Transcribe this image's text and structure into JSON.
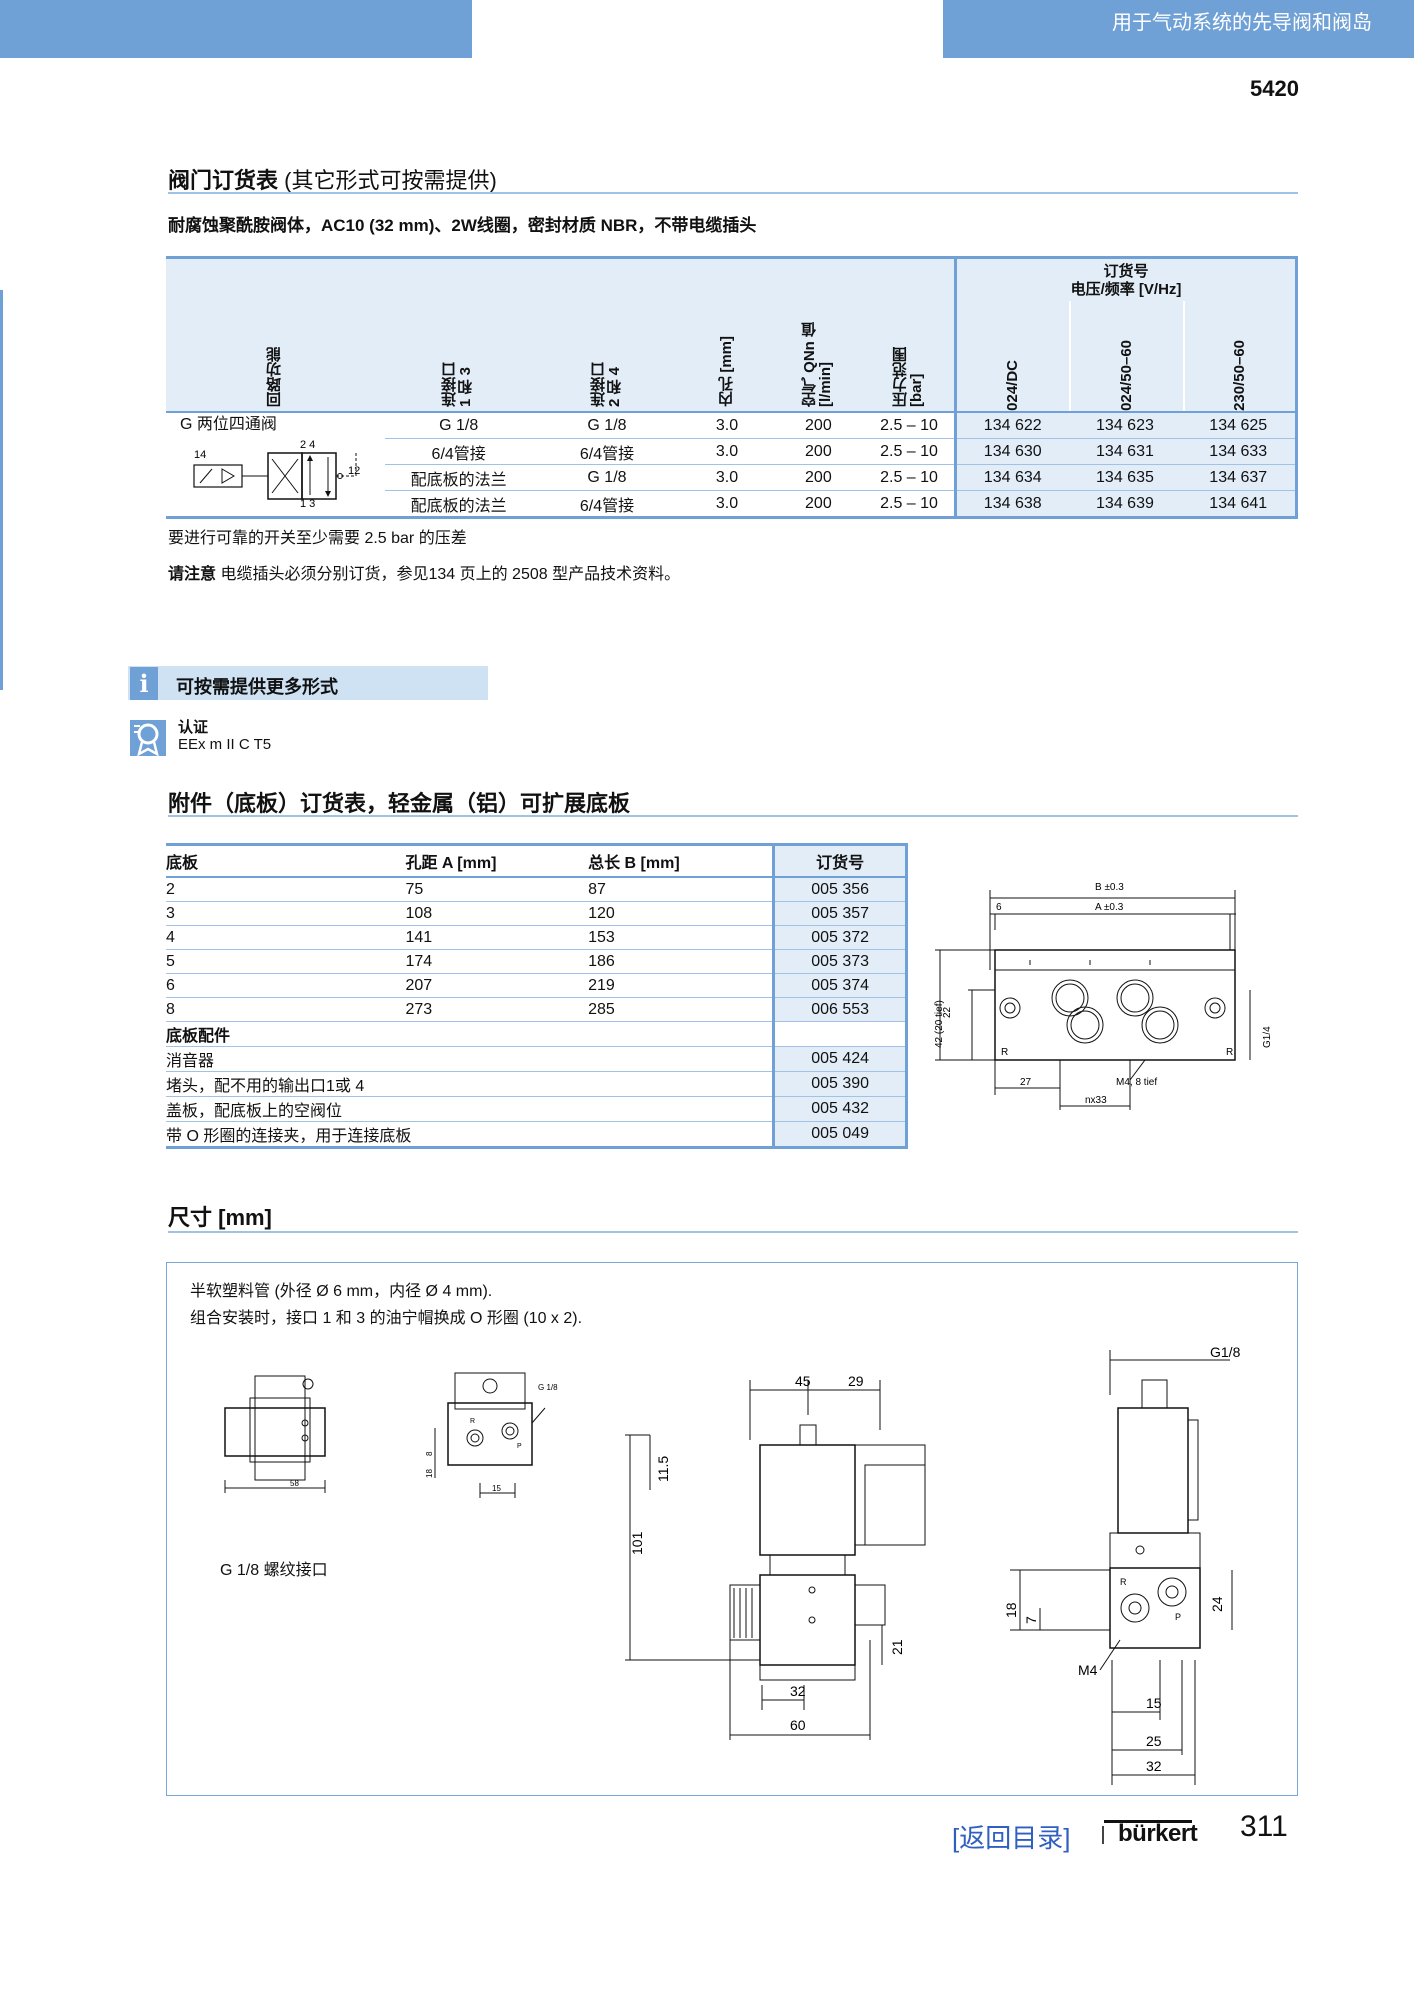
{
  "header": {
    "title": "用于气动系统的先导阀和阀岛",
    "model": "5420"
  },
  "section1": {
    "title": "阀门订货表",
    "title_suffix": " (其它形式可按需提供)",
    "subtitle": "耐腐蚀聚酰胺阀体，AC10 (32 mm)、2W线圈，密封材质 NBR，不带电缆插头",
    "headers": {
      "function": "回路功能",
      "port13": "连接口\n1 和 3",
      "port24": "连接口\n2 和 4",
      "orifice": "内孔 [mm]",
      "flow": "空气 QNn 值\n[l/min]",
      "pressure": "压力范围\n[bar]",
      "order_title": "订货号",
      "order_subtitle": "电压/频率 [V/Hz]",
      "v1": "024/DC",
      "v2": "024/50–60",
      "v3": "230/50–60"
    },
    "function_label": "G 两位四通阀",
    "rows": [
      {
        "p13": "G 1/8",
        "p24": "G 1/8",
        "orifice": "3.0",
        "flow": "200",
        "pressure": "2.5  – 10",
        "o1": "134 622",
        "o2": "134 623",
        "o3": "134 625"
      },
      {
        "p13": "6/4管接",
        "p24": "6/4管接",
        "orifice": "3.0",
        "flow": "200",
        "pressure": "2.5 – 10",
        "o1": "134 630",
        "o2": "134 631",
        "o3": "134 633"
      },
      {
        "p13": "配底板的法兰",
        "p24": "G 1/8",
        "orifice": "3.0",
        "flow": "200",
        "pressure": "2.5 – 10",
        "o1": "134 634",
        "o2": "134 635",
        "o3": "134 637"
      },
      {
        "p13": "配底板的法兰",
        "p24": "6/4管接",
        "orifice": "3.0",
        "flow": "200",
        "pressure": "2.5 – 10",
        "o1": "134 638",
        "o2": "134 639",
        "o3": "134 641"
      }
    ],
    "symbol_labels": {
      "l14": "14",
      "l24": "2 4",
      "l12": "12",
      "l13": "1 3"
    },
    "note1": "要进行可靠的开关至少需要 2.5 bar 的压差",
    "note2_bold": "请注意",
    "note2": " 电缆插头必须分别订货，参见134 页上的 2508 型产品技术资料。"
  },
  "info": {
    "icon": "i",
    "title": "可按需提供更多形式",
    "cert_title": "认证",
    "cert_value": "EEx m II C T5"
  },
  "section2": {
    "title": "附件（底板）订货表，轻金属（铝）可扩展底板",
    "headers": {
      "plate": "底板",
      "hole": "孔距 A [mm]",
      "length": "总长 B [mm]",
      "order": "订货号"
    },
    "rows": [
      {
        "plate": "2",
        "hole": "75",
        "length": "87",
        "order": "005 356"
      },
      {
        "plate": "3",
        "hole": "108",
        "length": "120",
        "order": "005 357"
      },
      {
        "plate": "4",
        "hole": "141",
        "length": "153",
        "order": "005 372"
      },
      {
        "plate": "5",
        "hole": "174",
        "length": "186",
        "order": "005 373"
      },
      {
        "plate": "6",
        "hole": "207",
        "length": "219",
        "order": "005 374"
      },
      {
        "plate": "8",
        "hole": "273",
        "length": "285",
        "order": "006 553"
      }
    ],
    "accessories_title": "底板配件",
    "accessories": [
      {
        "name": "消音器",
        "order": "005 424"
      },
      {
        "name": "堵头，配不用的输出口1或 4",
        "order": "005 390"
      },
      {
        "name": "盖板，配底板上的空阀位",
        "order": "005 432"
      },
      {
        "name": "带 O 形圈的连接夹，用于连接底板",
        "order": "005 049"
      }
    ],
    "drawing": {
      "b": "B ±0.3",
      "a": "A ±0.3",
      "six": "6",
      "h42": "42 (20 tief)",
      "h22": "22",
      "w27": "27",
      "m4": "M4, 8 tief",
      "nx33": "nx33",
      "g14": "G1/4",
      "r": "R"
    }
  },
  "section3": {
    "title": "尺寸 [mm]",
    "text1": "半软塑料管 (外径 Ø 6 mm，内径 Ø 4 mm).",
    "text2": "组合安装时，接口 1 和 3 的油宁帽换成 O 形圈 (10 x 2).",
    "caption": "G 1/8 螺纹接口",
    "dims": {
      "d58": "58",
      "d15a": "15",
      "g18a": "G 1/8",
      "d8": "8",
      "d18a": "18",
      "d45": "45",
      "d29": "29",
      "d115": "11.5",
      "d101": "101",
      "d21": "21",
      "d32a": "32",
      "d60": "60",
      "g18b": "G1/8",
      "d18b": "18",
      "d7": "7",
      "d24": "24",
      "m4": "M4",
      "d15b": "15",
      "d25": "25",
      "d32b": "32",
      "r": "R",
      "p": "P"
    }
  },
  "footer": {
    "link": "[返回目录]",
    "brand": "bürkert",
    "page": "311"
  },
  "colors": {
    "accent": "#6fa0d6",
    "light": "#e2edf8",
    "rule": "#9fc2e6"
  }
}
